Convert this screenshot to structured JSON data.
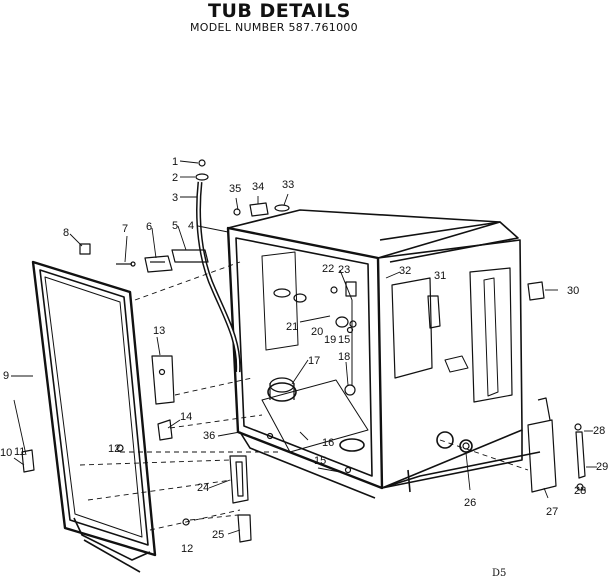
{
  "header": {
    "title": "TUB DETAILS",
    "model_number": "MODEL NUMBER 587.761000"
  },
  "footer": {
    "page_code": "D5"
  },
  "callouts": [
    "1",
    "2",
    "3",
    "4",
    "5",
    "6",
    "7",
    "8",
    "9",
    "10",
    "11",
    "12",
    "12",
    "13",
    "14",
    "15",
    "15",
    "16",
    "17",
    "18",
    "19",
    "20",
    "21",
    "22",
    "23",
    "24",
    "25",
    "26",
    "27",
    "28",
    "28",
    "29",
    "30",
    "31",
    "32",
    "33",
    "34",
    "35",
    "36"
  ],
  "colors": {
    "ink": "#111111",
    "paper": "#ffffff"
  }
}
